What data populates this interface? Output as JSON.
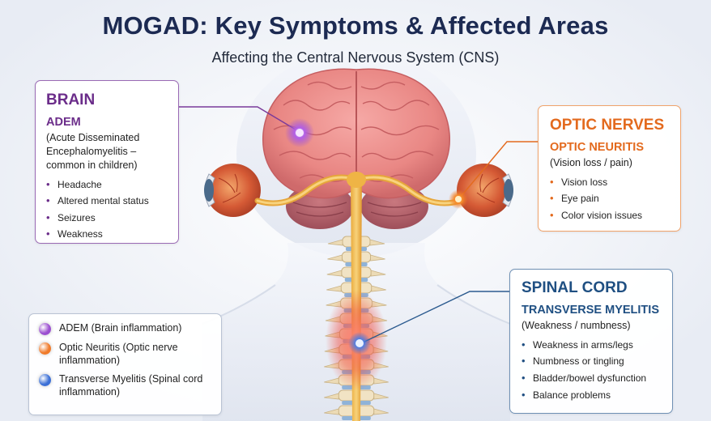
{
  "header": {
    "title": "MOGAD: Key Symptoms & Affected Areas",
    "subtitle": "Affecting the Central Nervous System (CNS)"
  },
  "brain": {
    "heading": "BRAIN",
    "subheading": "ADEM",
    "description": "(Acute Disseminated Encephalomyelitis – common in children)",
    "symptoms": [
      "Headache",
      "Altered mental status",
      "Seizures",
      "Weakness"
    ],
    "accent": "#6b2d8a"
  },
  "optic": {
    "heading": "OPTIC NERVES",
    "subheading": "OPTIC NEURITIS",
    "description": "(Vision loss / pain)",
    "symptoms": [
      "Vision loss",
      "Eye pain",
      "Color vision issues"
    ],
    "accent": "#e36a1e"
  },
  "spinal": {
    "heading": "SPINAL CORD",
    "subheading": "TRANSVERSE MYELITIS",
    "description": "(Weakness / numbness)",
    "symptoms": [
      "Weakness in arms/legs",
      "Numbness or tingling",
      "Bladder/bowel dysfunction",
      "Balance problems"
    ],
    "accent": "#1f4f82"
  },
  "legend": {
    "items": [
      {
        "label": "ADEM (Brain inflammation)",
        "color": "#9b4fd0",
        "icon": "purple-dot-icon"
      },
      {
        "label": "Optic Neuritis (Optic nerve inflammation)",
        "color": "#f07a2a",
        "icon": "orange-dot-icon"
      },
      {
        "label": "Transverse Myelitis (Spinal cord inflammation)",
        "color": "#3b6fd6",
        "icon": "blue-dot-icon"
      }
    ]
  }
}
